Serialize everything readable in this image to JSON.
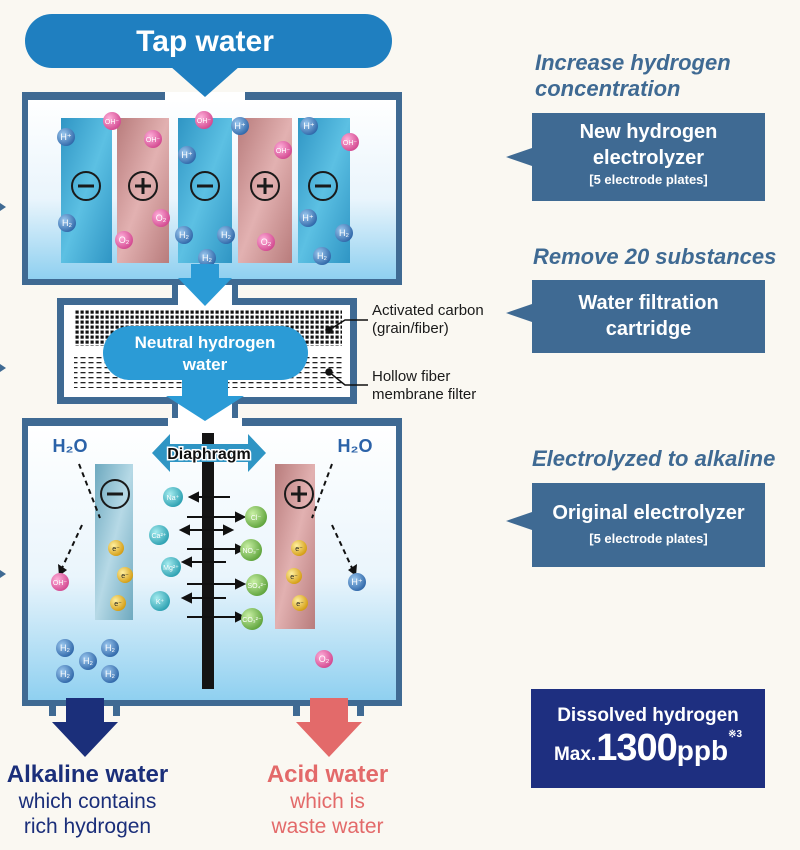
{
  "colors": {
    "primary_blue": "#3f6a93",
    "tap_blue": "#1f7fc0",
    "dark_navy": "#1e2f80",
    "alkaline_arrow": "#1b2f7a",
    "acid_red": "#e36a6a",
    "negative_plate": "#3fa8cf",
    "positive_plate": "#c98d8d",
    "oh_ion": "#e05aa0",
    "h_ion": "#3d7fc2",
    "mineral_ion": "#3ab4c2",
    "acid_ion": "#7fbf5b",
    "electron": "#e0b020"
  },
  "diagram": {
    "tap_water": "Tap water",
    "neutral_water_line1": "Neutral hydrogen",
    "neutral_water_line2": "water",
    "activated_carbon_line1": "Activated carbon",
    "activated_carbon_line2": "(grain/fiber)",
    "hollow_fiber_line1": "Hollow fiber",
    "hollow_fiber_line2": "membrane filter",
    "diaphragm": "Diaphragm",
    "h2o_left": "H₂O",
    "h2o_right": "H₂O",
    "ion_labels": {
      "h_plus": "H⁺",
      "oh_minus": "OH⁻",
      "h2": "H₂",
      "o2": "O₂",
      "e_minus": "e⁻",
      "na": "Na⁺",
      "ca": "Ca²⁺",
      "mg": "Mg²⁺",
      "k": "K⁺",
      "cl": "Cl⁻",
      "no3": "NO₃⁻",
      "so4": "SO₄²⁻",
      "co3": "CO₃²⁻"
    }
  },
  "outputs": {
    "alkaline_title": "Alkaline water",
    "alkaline_sub1": "which contains",
    "alkaline_sub2": "rich hydrogen",
    "acid_title": "Acid water",
    "acid_sub1": "which is",
    "acid_sub2": "waste water"
  },
  "right_column": {
    "heading1_line1": "Increase hydrogen",
    "heading1_line2": "concentration",
    "panel1_line1": "New hydrogen",
    "panel1_line2": "electrolyzer",
    "panel1_sub": "[5 electrode plates]",
    "heading2": "Remove 20 substances",
    "panel2_line1": "Water filtration",
    "panel2_line2": "cartridge",
    "heading3": "Electrolyzed to alkaline",
    "panel3_line1": "Original electrolyzer",
    "panel3_sub": "[5 electrode plates]",
    "dissolved_line1": "Dissolved hydrogen",
    "dissolved_max": "Max.",
    "dissolved_value": "1300",
    "dissolved_unit": "ppb",
    "dissolved_note": "※3"
  }
}
